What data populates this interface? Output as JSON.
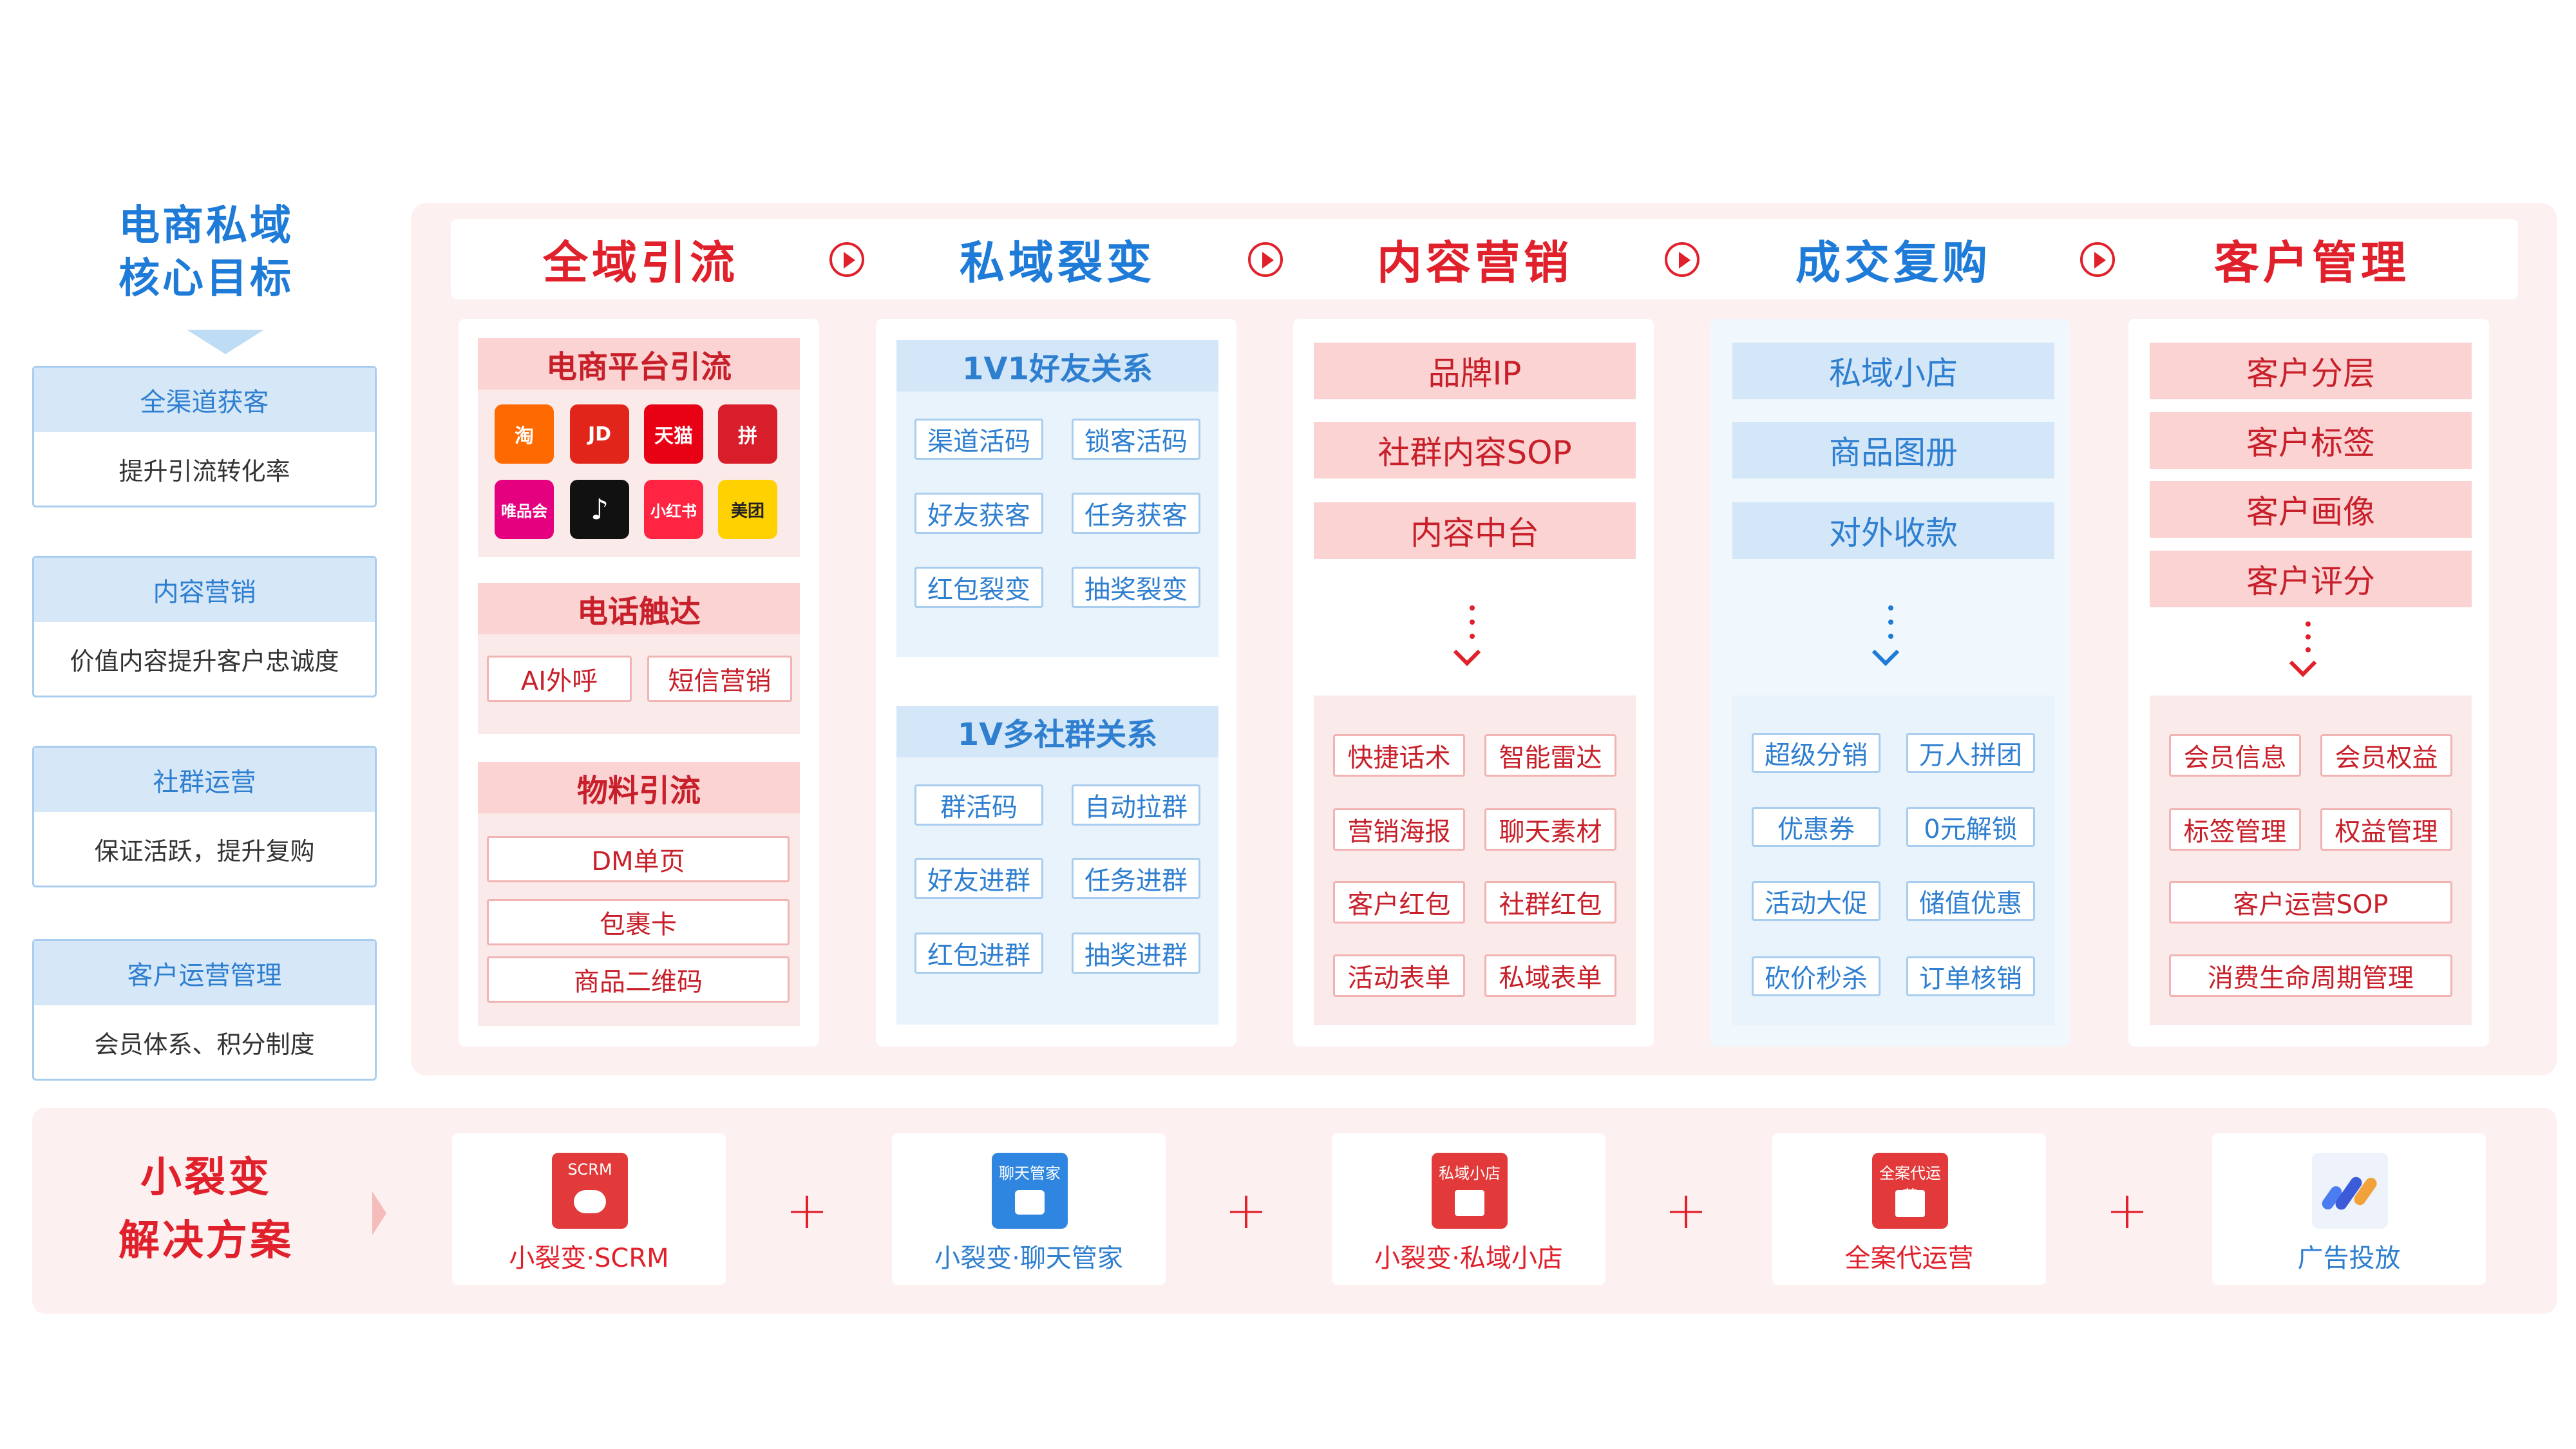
{
  "goals": {
    "title_line1": "电商私域",
    "title_line2": "核心目标",
    "items": [
      {
        "head": "全渠道获客",
        "desc": "提升引流转化率"
      },
      {
        "head": "内容营销",
        "desc": "价值内容提升客户忠诚度"
      },
      {
        "head": "社群运营",
        "desc": "保证活跃，提升复购"
      },
      {
        "head": "客户运营管理",
        "desc": "会员体系、积分制度"
      }
    ]
  },
  "stages": [
    "全域引流",
    "私域裂变",
    "内容营销",
    "成交复购",
    "客户管理"
  ],
  "col1": {
    "sec1": {
      "title": "电商平台引流",
      "logos": [
        "淘",
        "JD",
        "天猫",
        "拼",
        "唯品会",
        "♪",
        "小红书",
        "美团"
      ]
    },
    "sec2": {
      "title": "电话触达",
      "tags": [
        "AI外呼",
        "短信营销"
      ]
    },
    "sec3": {
      "title": "物料引流",
      "tags": [
        "DM单页",
        "包裹卡",
        "商品二维码"
      ]
    }
  },
  "col2": {
    "sec1": {
      "title": "1V1好友关系",
      "tags": [
        "渠道活码",
        "锁客活码",
        "好友获客",
        "任务获客",
        "红包裂变",
        "抽奖裂变"
      ]
    },
    "sec2": {
      "title": "1V多社群关系",
      "tags": [
        "群活码",
        "自动拉群",
        "好友进群",
        "任务进群",
        "红包进群",
        "抽奖进群"
      ]
    }
  },
  "col3": {
    "heads": [
      "品牌IP",
      "社群内容SOP",
      "内容中台"
    ],
    "tags": [
      "快捷话术",
      "智能雷达",
      "营销海报",
      "聊天素材",
      "客户红包",
      "社群红包",
      "活动表单",
      "私域表单"
    ]
  },
  "col4": {
    "heads": [
      "私域小店",
      "商品图册",
      "对外收款"
    ],
    "tags": [
      "超级分销",
      "万人拼团",
      "优惠券",
      "0元解锁",
      "活动大促",
      "储值优惠",
      "砍价秒杀",
      "订单核销"
    ]
  },
  "col5": {
    "heads": [
      "客户分层",
      "客户标签",
      "客户画像",
      "客户评分"
    ],
    "tags": [
      "会员信息",
      "会员权益",
      "标签管理",
      "权益管理"
    ],
    "wide_tags": [
      "客户运营SOP",
      "消费生命周期管理"
    ]
  },
  "solution": {
    "title_line1": "小裂变",
    "title_line2": "解决方案",
    "products": [
      {
        "icon_text": "SCRM",
        "label": "小裂变·SCRM",
        "color": "red"
      },
      {
        "icon_text": "聊天管家",
        "label": "小裂变·聊天管家",
        "color": "blue"
      },
      {
        "icon_text": "私域小店",
        "label": "小裂变·私域小店",
        "color": "red"
      },
      {
        "icon_text": "全案代运营",
        "label": "全案代运营",
        "color": "red"
      },
      {
        "icon_text": "",
        "label": "广告投放",
        "color": "blue"
      }
    ],
    "plus": "+"
  },
  "colors": {
    "red": "#e0202b",
    "blue": "#1f7bd8",
    "panel": "#fdf0f0"
  }
}
